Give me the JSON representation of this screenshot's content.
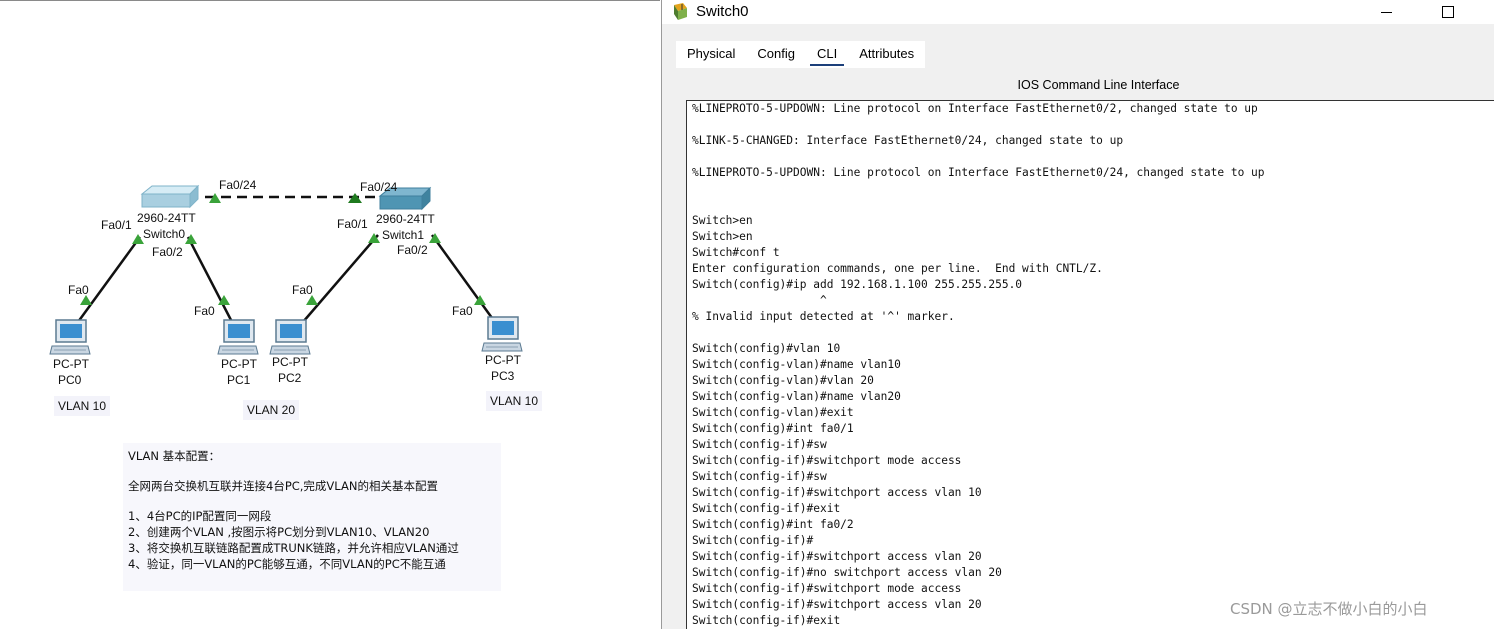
{
  "window": {
    "title": "Switch0",
    "tabs": [
      {
        "label": "Physical"
      },
      {
        "label": "Config"
      },
      {
        "label": "CLI"
      },
      {
        "label": "Attributes"
      }
    ],
    "active_tab": "CLI",
    "caption": "IOS Command Line Interface"
  },
  "cli_lines": [
    "%LINEPROTO-5-UPDOWN: Line protocol on Interface FastEthernet0/2, changed state to up",
    "",
    "%LINK-5-CHANGED: Interface FastEthernet0/24, changed state to up",
    "",
    "%LINEPROTO-5-UPDOWN: Line protocol on Interface FastEthernet0/24, changed state to up",
    "",
    "",
    "Switch>en",
    "Switch>en",
    "Switch#conf t",
    "Enter configuration commands, one per line.  End with CNTL/Z.",
    "Switch(config)#ip add 192.168.1.100 255.255.255.0",
    "                   ^",
    "% Invalid input detected at '^' marker.",
    "",
    "Switch(config)#vlan 10",
    "Switch(config-vlan)#name vlan10",
    "Switch(config-vlan)#vlan 20",
    "Switch(config-vlan)#name vlan20",
    "Switch(config-vlan)#exit",
    "Switch(config)#int fa0/1",
    "Switch(config-if)#sw",
    "Switch(config-if)#switchport mode access",
    "Switch(config-if)#sw",
    "Switch(config-if)#switchport access vlan 10",
    "Switch(config-if)#exit",
    "Switch(config)#int fa0/2",
    "Switch(config-if)#",
    "Switch(config-if)#switchport access vlan 20",
    "Switch(config-if)#no switchport access vlan 20",
    "Switch(config-if)#switchport mode access",
    "Switch(config-if)#switchport access vlan 20",
    "Switch(config-if)#exit"
  ],
  "topology": {
    "switch0": {
      "model": "2960-24TT",
      "name": "Switch0"
    },
    "switch1": {
      "model": "2960-24TT",
      "name": "Switch1"
    },
    "trunk_port_left": "Fa0/24",
    "trunk_port_right": "Fa0/24",
    "sw0_port1": "Fa0/1",
    "sw0_port2": "Fa0/2",
    "sw1_port1": "Fa0/1",
    "sw1_port2": "Fa0/2",
    "pc_port": "Fa0",
    "pcs": [
      {
        "type": "PC-PT",
        "name": "PC0",
        "port": "Fa0"
      },
      {
        "type": "PC-PT",
        "name": "PC1",
        "port": "Fa0"
      },
      {
        "type": "PC-PT",
        "name": "PC2",
        "port": "Fa0"
      },
      {
        "type": "PC-PT",
        "name": "PC3",
        "port": "Fa0"
      }
    ],
    "vlan_labels": [
      "VLAN 10",
      "VLAN 20",
      "VLAN 10"
    ]
  },
  "notes": {
    "title": "VLAN 基本配置：",
    "desc": "全网两台交换机互联并连接4台PC,完成VLAN的相关基本配置",
    "steps": [
      "1、4台PC的IP配置同一网段",
      "2、创建两个VLAN ,按图示将PC划分到VLAN10、VLAN20",
      "3、将交换机互联链路配置成TRUNK链路，并允许相应VLAN通过",
      "4、验证，同一VLAN的PC能够互通，不同VLAN的PC不能互通"
    ]
  },
  "watermark": "CSDN @立志不做小白的小白",
  "colors": {
    "link_up": "#3aa33a",
    "switch_light": "#a9cfe0",
    "switch_dark": "#4f95b3",
    "tab_underline": "#1c3f7a"
  }
}
